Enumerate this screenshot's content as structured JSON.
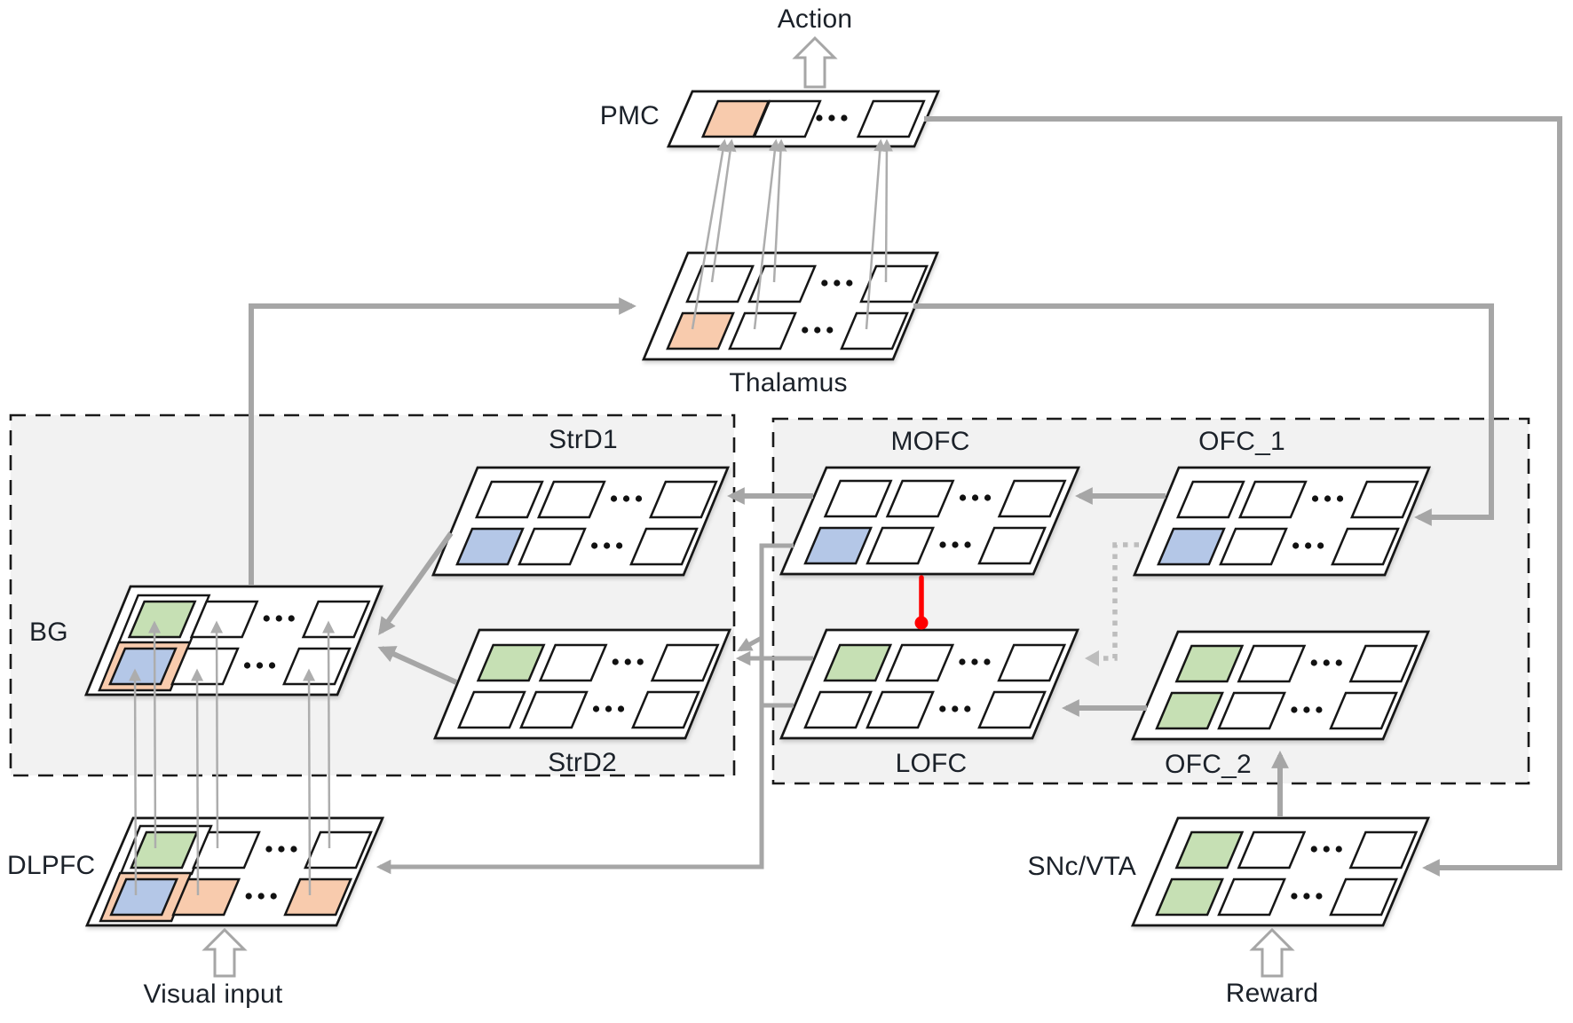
{
  "labels": {
    "action": "Action",
    "visual_input": "Visual input",
    "reward": "Reward"
  },
  "layers": [
    {
      "id": "pmc",
      "label": "PMC",
      "rows": [
        [
          "orange",
          "white",
          "white"
        ]
      ]
    },
    {
      "id": "thalamus",
      "label": "Thalamus",
      "rows": [
        [
          "white",
          "white",
          "white"
        ],
        [
          "orange",
          "white",
          "white"
        ]
      ]
    },
    {
      "id": "strd1",
      "label": "StrD1",
      "rows": [
        [
          "white",
          "white",
          "white"
        ],
        [
          "blue",
          "white",
          "white"
        ]
      ]
    },
    {
      "id": "strd2",
      "label": "StrD2",
      "rows": [
        [
          "green",
          "white",
          "white"
        ],
        [
          "white",
          "white",
          "white"
        ]
      ]
    },
    {
      "id": "bg",
      "label": "BG",
      "rows": [
        [
          "green|ring-dark",
          "white",
          "white"
        ],
        [
          "blue|ring-orange",
          "white",
          "white"
        ]
      ]
    },
    {
      "id": "mofc",
      "label": "MOFC",
      "rows": [
        [
          "white",
          "white",
          "white"
        ],
        [
          "blue",
          "white",
          "white"
        ]
      ]
    },
    {
      "id": "ofc1",
      "label": "OFC_1",
      "rows": [
        [
          "white",
          "white",
          "white"
        ],
        [
          "blue",
          "white",
          "white"
        ]
      ]
    },
    {
      "id": "lofc",
      "label": "LOFC",
      "rows": [
        [
          "green",
          "white",
          "white"
        ],
        [
          "white",
          "white",
          "white"
        ]
      ]
    },
    {
      "id": "ofc2",
      "label": "OFC_2",
      "rows": [
        [
          "green",
          "white",
          "white"
        ],
        [
          "green",
          "white",
          "white"
        ]
      ]
    },
    {
      "id": "dlpfc",
      "label": "DLPFC",
      "rows": [
        [
          "green|ring-dark",
          "white",
          "white"
        ],
        [
          "blue|ring-orange",
          "orange",
          "orange"
        ]
      ]
    },
    {
      "id": "snc",
      "label": "SNc/VTA",
      "rows": [
        [
          "green",
          "white",
          "white"
        ],
        [
          "green",
          "white",
          "white"
        ]
      ]
    }
  ],
  "connections": [
    {
      "from": "BG",
      "to": "Thalamus",
      "style": "solid"
    },
    {
      "from": "PMC",
      "to": "SNc/VTA",
      "style": "solid"
    },
    {
      "from": "Thalamus",
      "to": "OFC_1",
      "style": "solid"
    },
    {
      "from": "MOFC",
      "to": "StrD1",
      "style": "solid"
    },
    {
      "from": "OFC_1",
      "to": "MOFC",
      "style": "solid"
    },
    {
      "from": "OFC_2",
      "to": "LOFC",
      "style": "solid"
    },
    {
      "from": "SNc/VTA",
      "to": "OFC_2",
      "style": "solid"
    },
    {
      "from": "MOFC",
      "to": "StrD2",
      "style": "solid"
    },
    {
      "from": "LOFC",
      "to": "StrD2",
      "style": "solid"
    },
    {
      "from": "LOFC",
      "to": "DLPFC",
      "style": "solid"
    },
    {
      "from": "StrD1",
      "to": "BG",
      "style": "solid"
    },
    {
      "from": "StrD2",
      "to": "BG",
      "style": "solid"
    },
    {
      "from": "Thalamus",
      "to": "PMC",
      "style": "thin-pairs"
    },
    {
      "from": "DLPFC",
      "to": "BG",
      "style": "thin-pairs"
    },
    {
      "from": "MOFC",
      "to": "LOFC",
      "style": "inhibitory"
    },
    {
      "from": "OFC_1",
      "to": "LOFC",
      "style": "dotted"
    },
    {
      "from": "PMC",
      "to": "Action",
      "style": "block-arrow"
    },
    {
      "from": "Visual input",
      "to": "DLPFC",
      "style": "block-arrow"
    },
    {
      "from": "Reward",
      "to": "SNc/VTA",
      "style": "block-arrow"
    }
  ],
  "colors": {
    "orange": "#F8CBAD",
    "blue": "#B4C7E7",
    "green": "#C6E0B4",
    "white": "#FFFFFF",
    "line_gray": "#A6A6A6",
    "thin_gray": "#ADADAD",
    "dotted_gray": "#BDBDBD",
    "inhibit_red": "#FF0000",
    "box_fill": "#F2F2F2",
    "shape_stroke": "#161616",
    "text": "#1B2129"
  }
}
